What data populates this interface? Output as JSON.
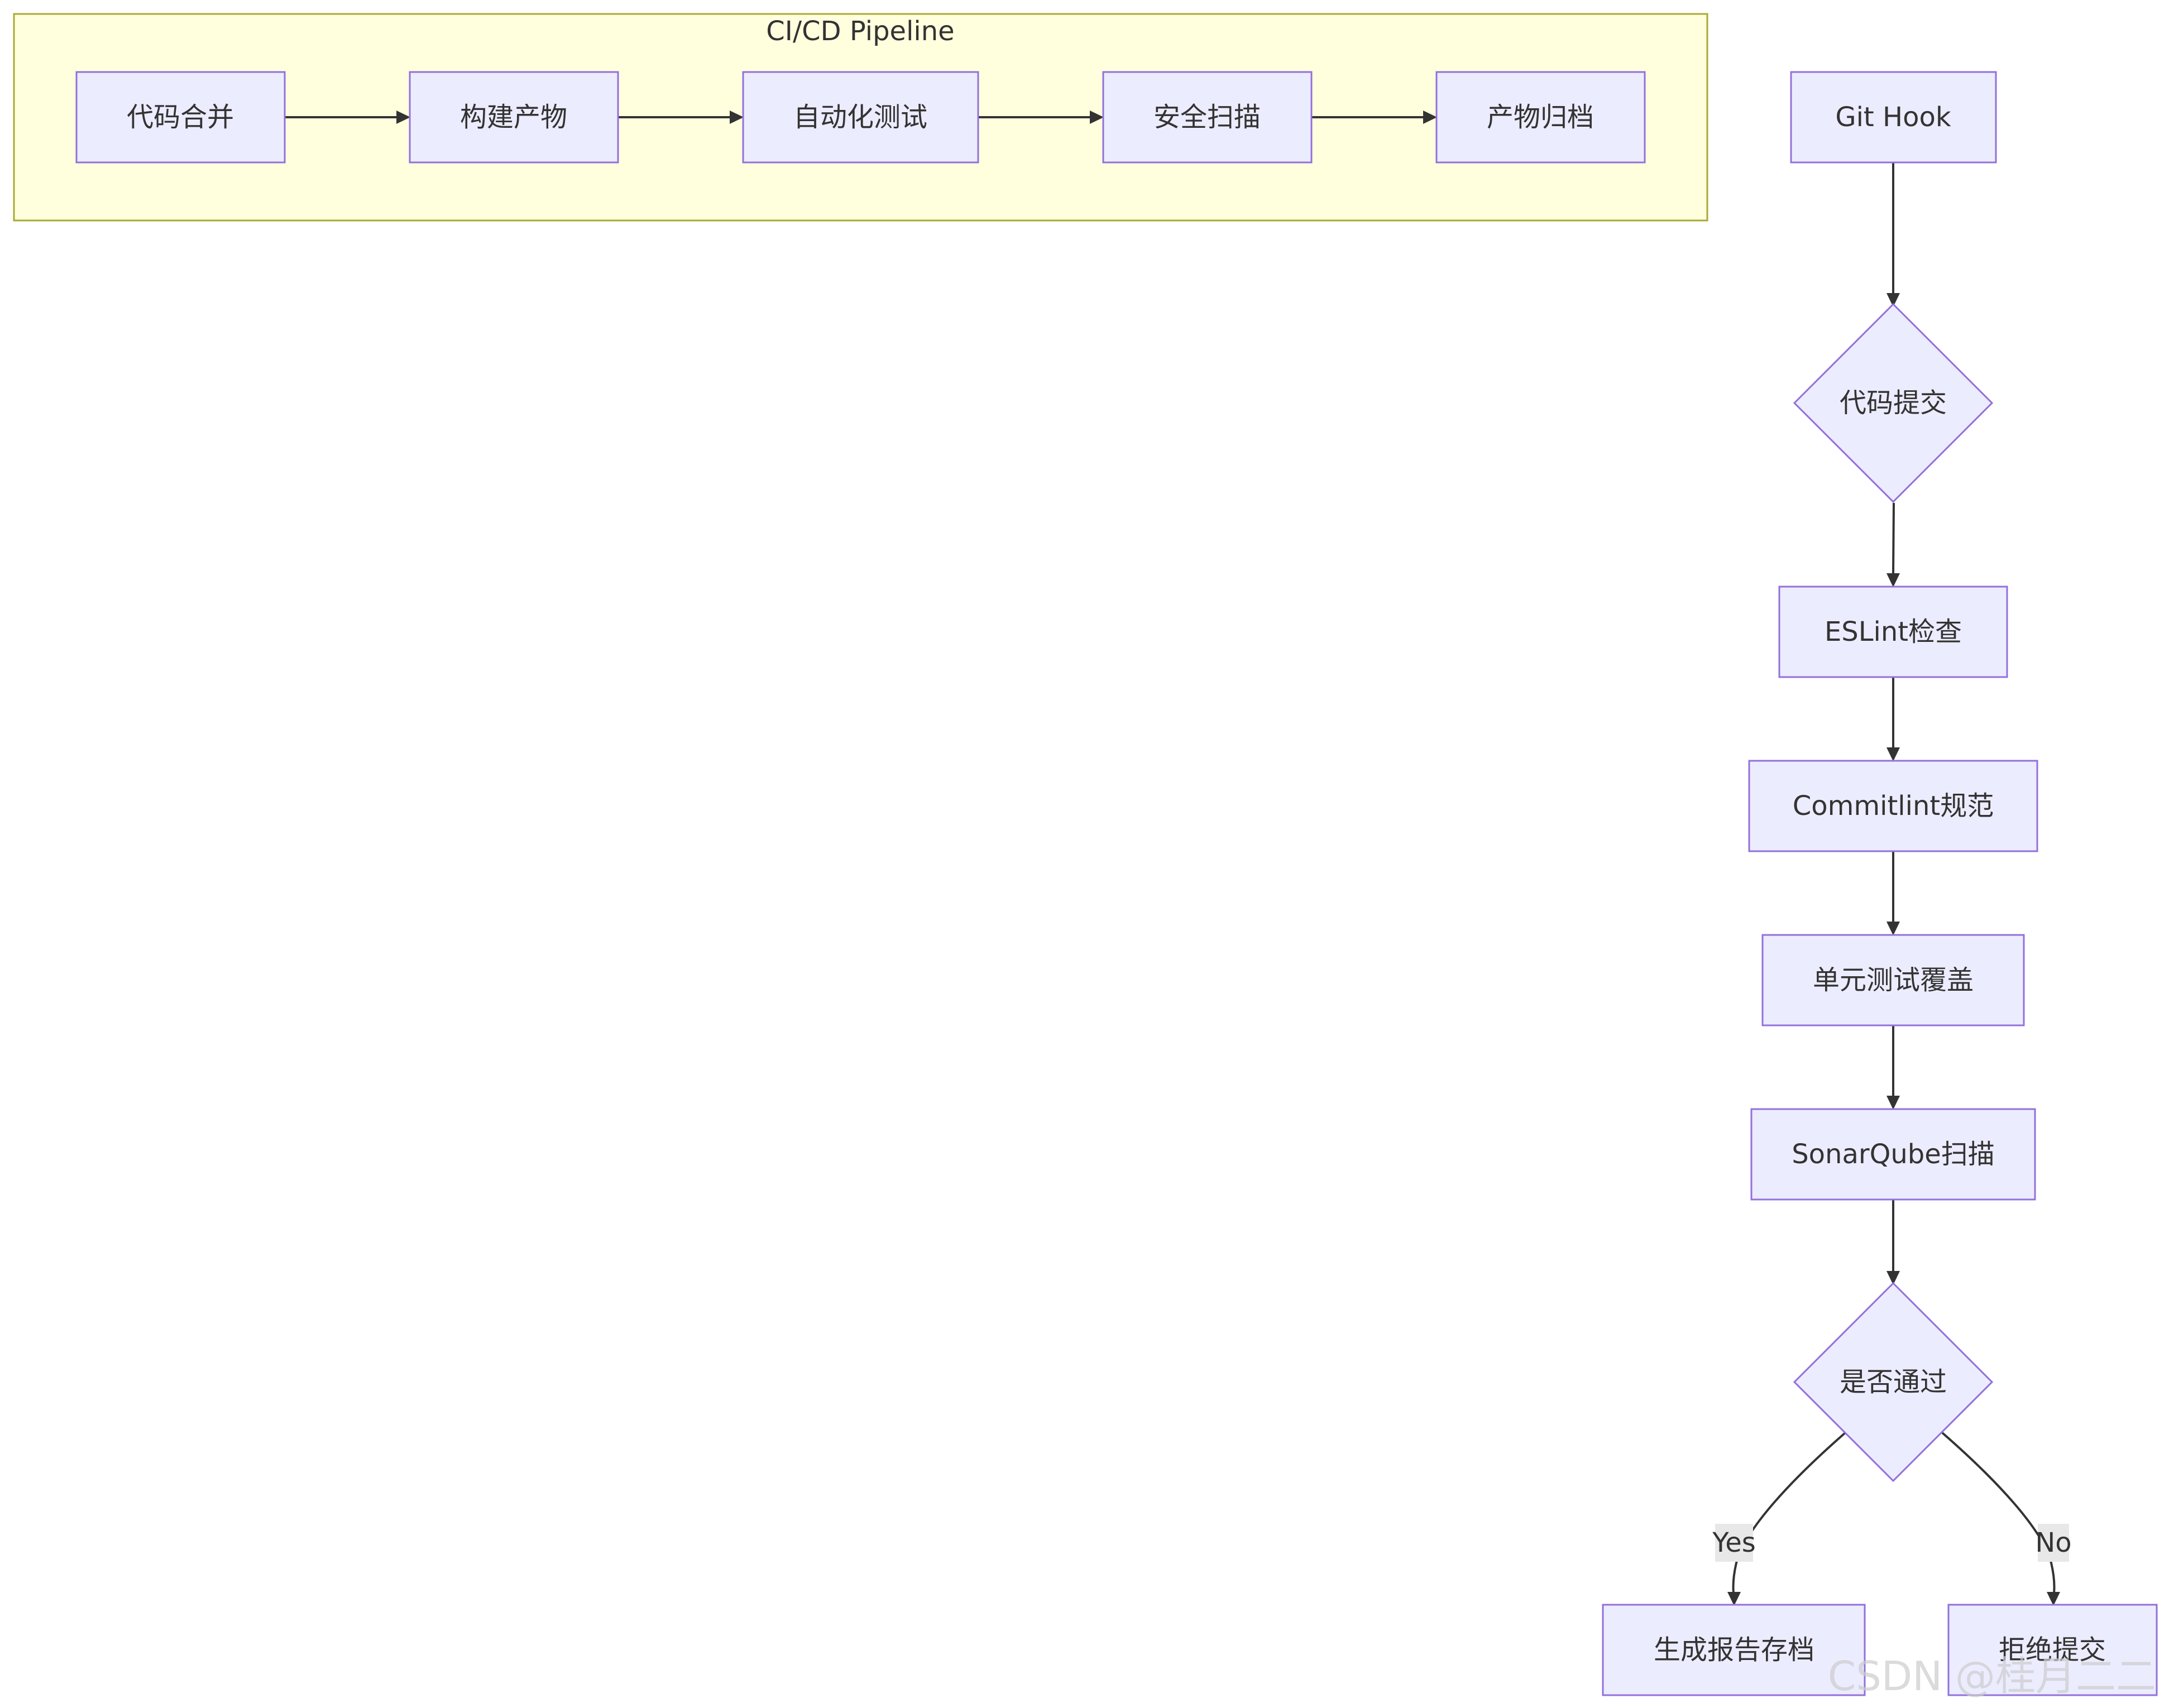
{
  "cluster": {
    "title": "CI/CD Pipeline"
  },
  "pipeline": {
    "merge": "代码合并",
    "build": "构建产物",
    "autotest": "自动化测试",
    "security": "安全扫描",
    "archive": "产物归档"
  },
  "flow": {
    "git_hook": "Git Hook",
    "commit": "代码提交",
    "eslint": "ESLint检查",
    "commitlint": "Commitlint规范",
    "unit_test": "单元测试覆盖",
    "sonarqube": "SonarQube扫描",
    "pass_check": "是否通过",
    "report": "生成报告存档",
    "reject": "拒绝提交"
  },
  "edge_labels": {
    "yes": "Yes",
    "no": "No"
  },
  "watermark": "CSDN @桂月二二",
  "colors": {
    "node_fill": "#ececff",
    "node_stroke": "#9370db",
    "cluster_fill": "#ffffde",
    "cluster_stroke": "#aaaa33",
    "edge": "#333333",
    "edge_label_bg": "#e8e8e8"
  }
}
